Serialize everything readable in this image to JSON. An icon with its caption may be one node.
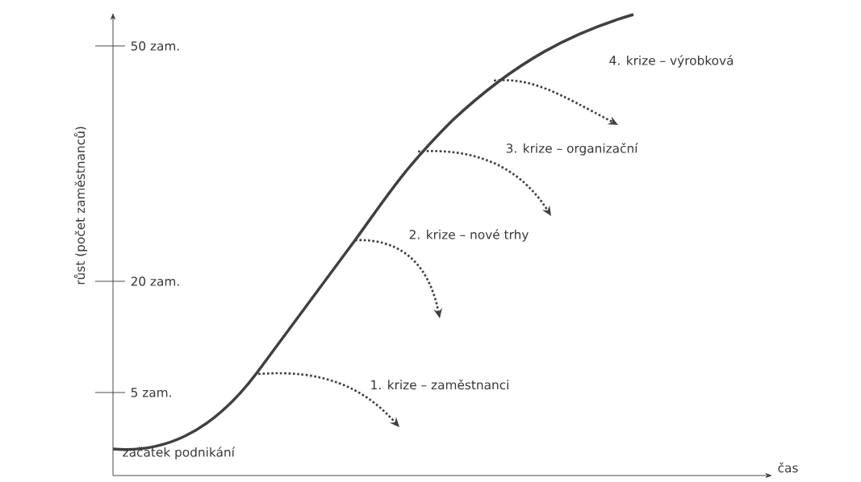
{
  "diagram": {
    "labels": [
      "50 zam.",
      "4. krize – výrobková",
      "3. krize – organizační",
      "2. krize – nové trhy",
      "20 zam.",
      "růst (počet zaměstnanců)",
      "5 zam.",
      "1. krize – zaměstnanci",
      "začátek podnikání",
      "čas"
    ]
  }
}
